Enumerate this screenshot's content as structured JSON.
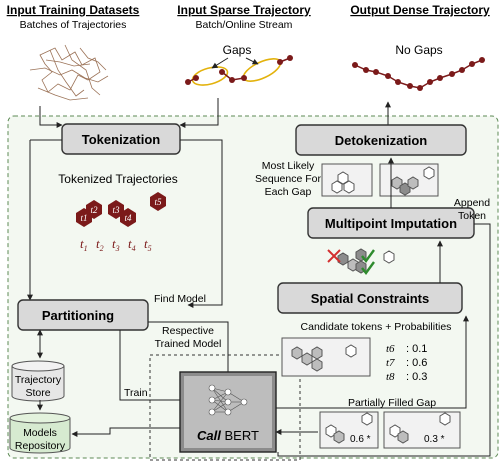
{
  "headers": {
    "input_training": {
      "title": "Input Training Datasets",
      "subtitle": "Batches of Trajectories"
    },
    "input_sparse": {
      "title": "Input Sparse Trajectory",
      "subtitle": "Batch/Online Stream"
    },
    "output_dense": {
      "title": "Output Dense Trajectory"
    }
  },
  "annotations": {
    "gaps": "Gaps",
    "no_gaps": "No Gaps",
    "tokenized_trajectories": "Tokenized Trajectories",
    "find_model": "Find Model",
    "respective_model_1": "Respective",
    "respective_model_2": "Trained Model",
    "train": "Train",
    "most_likely_1": "Most Likely",
    "most_likely_2": "Sequence For",
    "most_likely_3": "Each Gap",
    "append_token_1": "Append",
    "append_token_2": "Token",
    "candidate_tokens": "Candidate tokens + Probabilities",
    "partially_filled_gap": "Partially Filled Gap"
  },
  "boxes": {
    "tokenization": "Tokenization",
    "partitioning": "Partitioning",
    "detokenization": "Detokenization",
    "multipoint_imputation": "Multipoint Imputation",
    "spatial_constraints": "Spatial Constraints",
    "call_bert_prefix": "Call",
    "call_bert_suffix": "BERT"
  },
  "stores": {
    "trajectory_store_1": "Trajectory",
    "trajectory_store_2": "Store",
    "models_repository_1": "Models",
    "models_repository_2": "Repository"
  },
  "tokens": {
    "seq": [
      "t",
      "t",
      "t",
      "t",
      "t"
    ],
    "seq_sub": [
      "1",
      "2",
      "3",
      "4",
      "5"
    ],
    "hex_labels": [
      "t1",
      "t2",
      "t3",
      "t4",
      "t5"
    ]
  },
  "probabilities": [
    {
      "token": "t6",
      "value": ": 0.1"
    },
    {
      "token": "t7",
      "value": ": 0.6"
    },
    {
      "token": "t8",
      "value": ": 0.3"
    }
  ],
  "partial": [
    {
      "value": "0.6 *"
    },
    {
      "value": "0.3 *"
    }
  ],
  "colors": {
    "maroon": "#7b1a1a",
    "box_fill": "#d9d9d9",
    "green_fill": "#d6ead0",
    "gray_store": "#e6e6e6",
    "dashed_green": "#5d8a55",
    "check_green": "#2e8b2e",
    "cross_red": "#d32f2f",
    "ellipse_yellow": "#e3b20c"
  }
}
